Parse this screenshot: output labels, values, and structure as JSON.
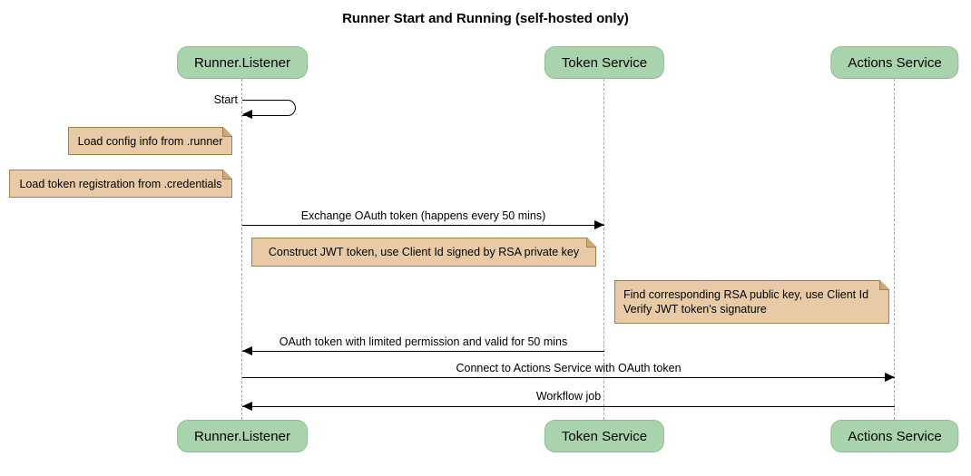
{
  "title": "Runner Start and Running (self-hosted only)",
  "actors": [
    {
      "name": "Runner.Listener"
    },
    {
      "name": "Token Service"
    },
    {
      "name": "Actions Service"
    }
  ],
  "messages": {
    "self_start": "Start",
    "exchange_token": "Exchange OAuth token (happens every 50 mins)",
    "oauth_return": "OAuth token with limited permission and valid for 50 mins",
    "connect_actions": "Connect to Actions Service with OAuth token",
    "workflow_job": "Workflow job"
  },
  "notes": {
    "load_config": "Load config info from .runner",
    "load_token_registration": "Load token registration from .credentials",
    "construct_jwt": "Construct JWT token, use Client Id signed by RSA private key",
    "find_rsa_line1": "Find corresponding RSA public key, use Client Id",
    "find_rsa_line2": "Verify JWT token's signature"
  },
  "colors": {
    "actor_fill": "#A9D3AC",
    "actor_border": "#8CBD92",
    "note_fill": "#E8CBA6",
    "note_border": "#A08050",
    "lifeline": "#A6A6A6",
    "message_line": "#000000",
    "background": "#FFFFFF"
  }
}
